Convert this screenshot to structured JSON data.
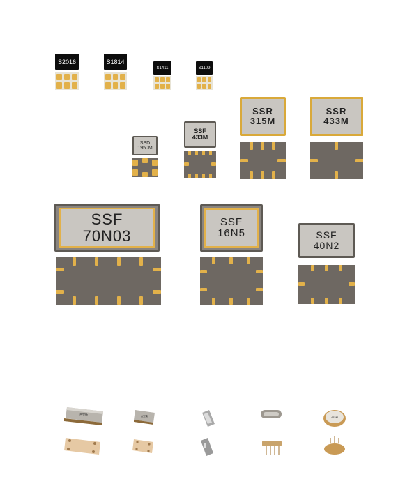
{
  "small_chips": [
    {
      "label": "S2016"
    },
    {
      "label": "S1814"
    },
    {
      "label": "S1411"
    },
    {
      "label": "S1109"
    }
  ],
  "mid_chips": [
    {
      "label": "SSD\n1950M"
    },
    {
      "label": "SSF\n433M"
    },
    {
      "label": "SSR\n315M"
    },
    {
      "label": "SSR\n433M"
    }
  ],
  "large_chips": [
    {
      "label": "SSF\n70N03"
    },
    {
      "label": "SSF\n16N5"
    },
    {
      "label": "SSF\n40N2"
    }
  ],
  "photo_parts": [
    {
      "marking": "合完衡"
    },
    {
      "marking": "合完衡"
    },
    {
      "marking": ""
    },
    {
      "marking": ""
    },
    {
      "marking": "433M"
    }
  ],
  "colors": {
    "gold": "#e2b14a",
    "body_dark": "#6e6862",
    "label_gray": "#c9c6c1",
    "chip_black": "#0d0d0d"
  }
}
